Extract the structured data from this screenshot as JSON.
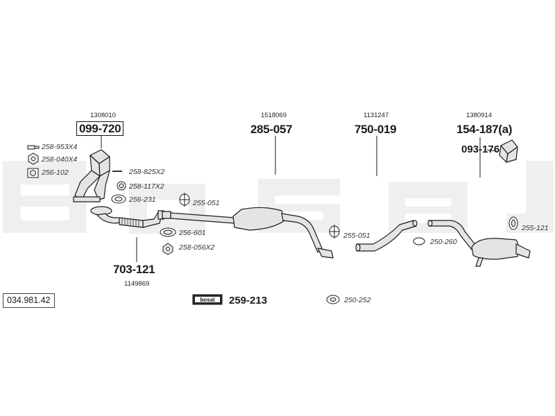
{
  "diagram": {
    "watermark_text": "bosal",
    "catalog_number": "034.981.42",
    "parts": [
      {
        "key": "manifold",
        "part": "099-720",
        "oem": "1308010"
      },
      {
        "key": "front_pipe",
        "part": "703-121",
        "oem": "1149869"
      },
      {
        "key": "middle_silencer",
        "part": "285-057",
        "oem": "1518069"
      },
      {
        "key": "intermediate_pipe",
        "part": "750-019",
        "oem": "1131247"
      },
      {
        "key": "rear_silencer",
        "part": "154-187(a)",
        "oem": "1380914"
      },
      {
        "key": "rear_bracket",
        "part": "093-176"
      },
      {
        "key": "mounting_kit",
        "part": "259-213"
      }
    ],
    "accessories": [
      {
        "code": "258-953X4"
      },
      {
        "code": "258-040X4"
      },
      {
        "code": "256-102"
      },
      {
        "code": "258-825X2"
      },
      {
        "code": "258-117X2"
      },
      {
        "code": "256-231"
      },
      {
        "code": "255-051"
      },
      {
        "code": "256-601"
      },
      {
        "code": "258-056X2"
      },
      {
        "code": "255-051"
      },
      {
        "code": "250-260"
      },
      {
        "code": "255-121"
      },
      {
        "code": "250-252"
      }
    ]
  },
  "colors": {
    "line": "#1a1a1a",
    "part_fill": "#e4e4e4",
    "watermark": "#efefef"
  },
  "icons": [
    "bolt-icon",
    "nut-icon",
    "gasket-icon",
    "clamp-icon",
    "rubber-hanger-icon",
    "bosal-logo-icon"
  ]
}
